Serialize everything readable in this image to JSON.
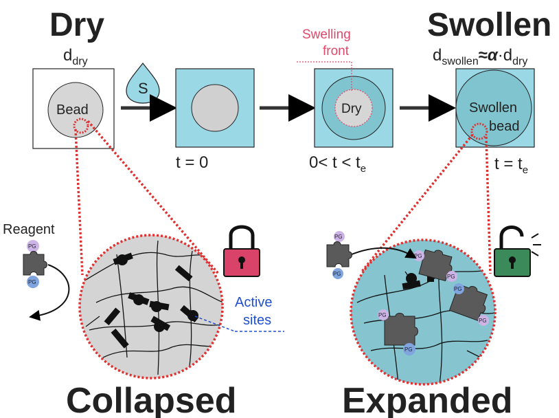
{
  "titles": {
    "dry": "Dry",
    "swollen": "Swollen",
    "collapsed": "Collapsed",
    "expanded": "Expanded"
  },
  "diameters": {
    "d": "d",
    "dry_sub": "dry",
    "swollen_sub": "swollen",
    "approx": "≈",
    "alpha": "α",
    "dot": "·",
    "dry_sub2": "dry"
  },
  "labels": {
    "solvent": "S",
    "bead": "Bead",
    "dry_core": "Dry",
    "swelling_front_1": "Swelling",
    "swelling_front_2": "front",
    "swollen_bead_1": "Swollen",
    "swollen_bead_2": "bead",
    "reagent": "Reagent",
    "pg": "PG",
    "active_1": "Active",
    "active_2": "sites"
  },
  "time": {
    "t0": "t = 0",
    "tmid_main": "0< t < t",
    "tmid_sub": "e",
    "tend_main": "t = t",
    "tend_sub": "e"
  },
  "colors": {
    "solvent_blue": "#9ad8e6",
    "swollen_fill": "#7fc4cf",
    "bead_gray": "#d0d0d0",
    "zoom_red": "#e03030",
    "swelling_front": "#e0486a",
    "active_blue": "#1f4fd0",
    "lock_closed": "#d9436a",
    "lock_open": "#3a8a5a",
    "pg_purple": "#cdb4e6",
    "pg_blue": "#7fa4de",
    "reagent_gray": "#555555"
  },
  "icons": [
    "solvent-drop-icon",
    "closed-lock-icon",
    "open-lock-icon",
    "reagent-puzzle-icon"
  ]
}
